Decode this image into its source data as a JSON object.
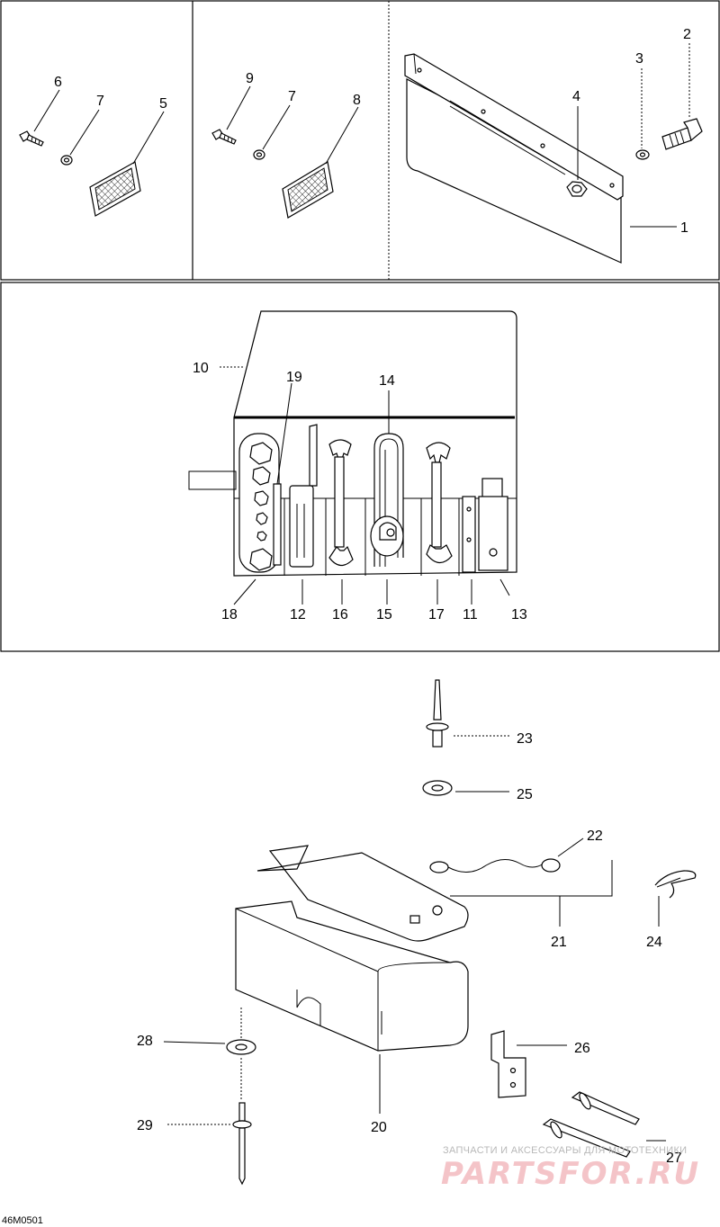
{
  "callouts": {
    "c1": "1",
    "c2": "2",
    "c3": "3",
    "c4": "4",
    "c5": "5",
    "c6": "6",
    "c7a": "7",
    "c7b": "7",
    "c8": "8",
    "c9": "9",
    "c10": "10",
    "c11": "11",
    "c12": "12",
    "c13": "13",
    "c14": "14",
    "c15": "15",
    "c16": "16",
    "c17": "17",
    "c18": "18",
    "c19": "19",
    "c20": "20",
    "c21": "21",
    "c22": "22",
    "c23": "23",
    "c24": "24",
    "c25": "25",
    "c26": "26",
    "c27": "27",
    "c28": "28",
    "c29": "29"
  },
  "figure_code": "46M0501",
  "watermark": {
    "tagline": "ЗАПЧАСТИ И АКСЕССУАРЫ ДЛЯ МОТОТЕХНИКИ",
    "brand": "PARTSFOR.RU"
  },
  "colors": {
    "line": "#000000",
    "watermark_brand": "#f4c4c8",
    "watermark_tagline": "#b8b8b8"
  }
}
